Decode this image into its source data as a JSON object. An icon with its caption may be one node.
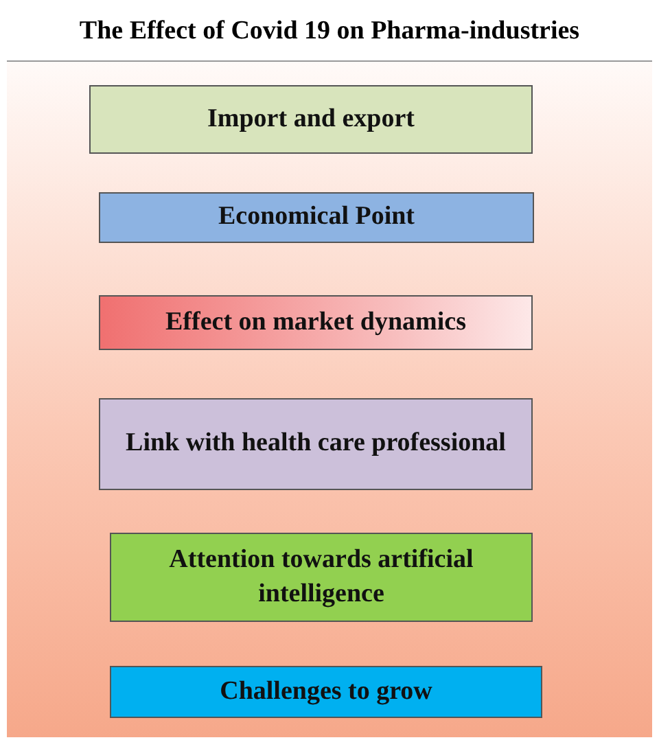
{
  "diagram": {
    "title": "The Effect of Covid 19 on Pharma-industries",
    "nodes": [
      {
        "text": [
          "Import and export"
        ]
      },
      {
        "text": [
          "Economical Point"
        ]
      },
      {
        "text": [
          "Effect on market dynamics"
        ]
      },
      {
        "text": [
          "Link with health care professional"
        ]
      },
      {
        "text": [
          "Attention towards artificial intelligence"
        ]
      },
      {
        "text": [
          "Challenges to grow"
        ]
      }
    ]
  }
}
